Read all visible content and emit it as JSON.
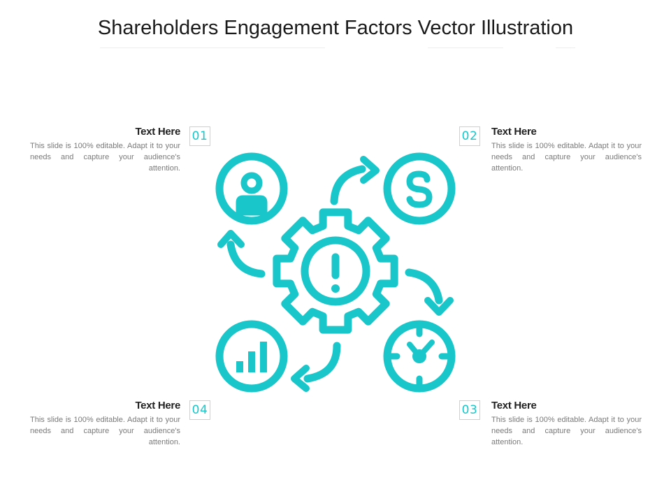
{
  "title": "Shareholders Engagement Factors Vector Illustration",
  "accent_color": "#19c6c9",
  "items": [
    {
      "number": "01",
      "heading": "Text Here",
      "body": "This slide is 100% editable. Adapt it to your needs and capture your audience's attention.",
      "icon": "user-icon"
    },
    {
      "number": "02",
      "heading": "Text Here",
      "body": "This slide is 100% editable. Adapt it to your needs and capture your audience's attention.",
      "icon": "dollar-icon"
    },
    {
      "number": "03",
      "heading": "Text Here",
      "body": "This slide is 100% editable. Adapt it to your needs and capture your audience's attention.",
      "icon": "clock-icon"
    },
    {
      "number": "04",
      "heading": "Text Here",
      "body": "This slide is 100% editable. Adapt it to your needs and capture your audience's attention.",
      "icon": "bar-chart-icon"
    }
  ],
  "center_icon": "gear-exclamation-icon"
}
